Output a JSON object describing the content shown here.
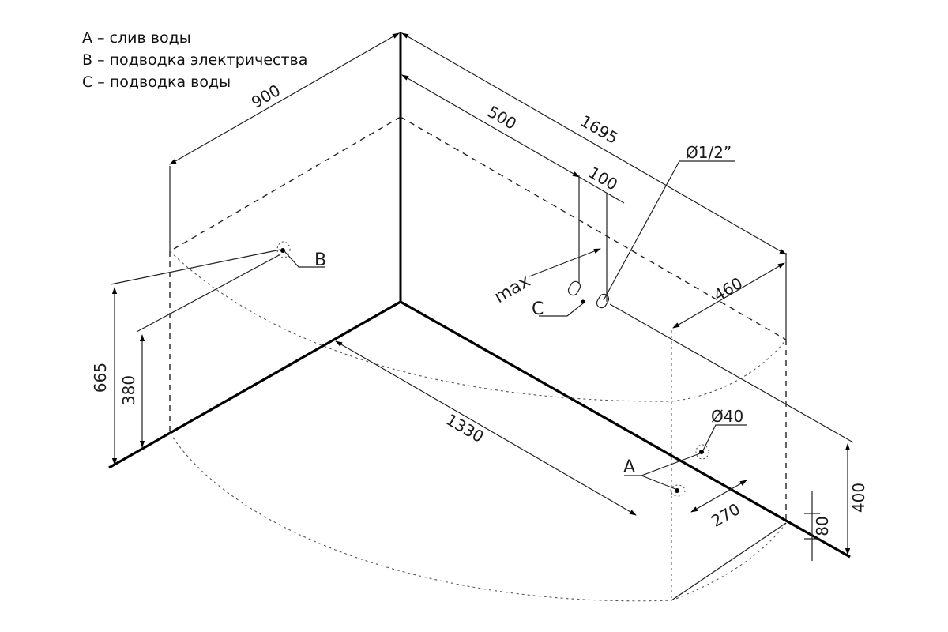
{
  "legend": [
    "A – слив воды",
    "B – подводка электричества",
    "C – подводка воды"
  ],
  "labels": {
    "a": "A",
    "b": "B",
    "c": "C",
    "max": "max"
  },
  "dimensions": {
    "d900": "900",
    "d1695": "1695",
    "d500": "500",
    "d100": "100",
    "d460": "460",
    "d1330": "1330",
    "d665": "665",
    "d380": "380",
    "d400": "400",
    "d80": "80",
    "d270": "270",
    "dia_half_inch": "Ø1/2”",
    "dia_40": "Ø40"
  }
}
